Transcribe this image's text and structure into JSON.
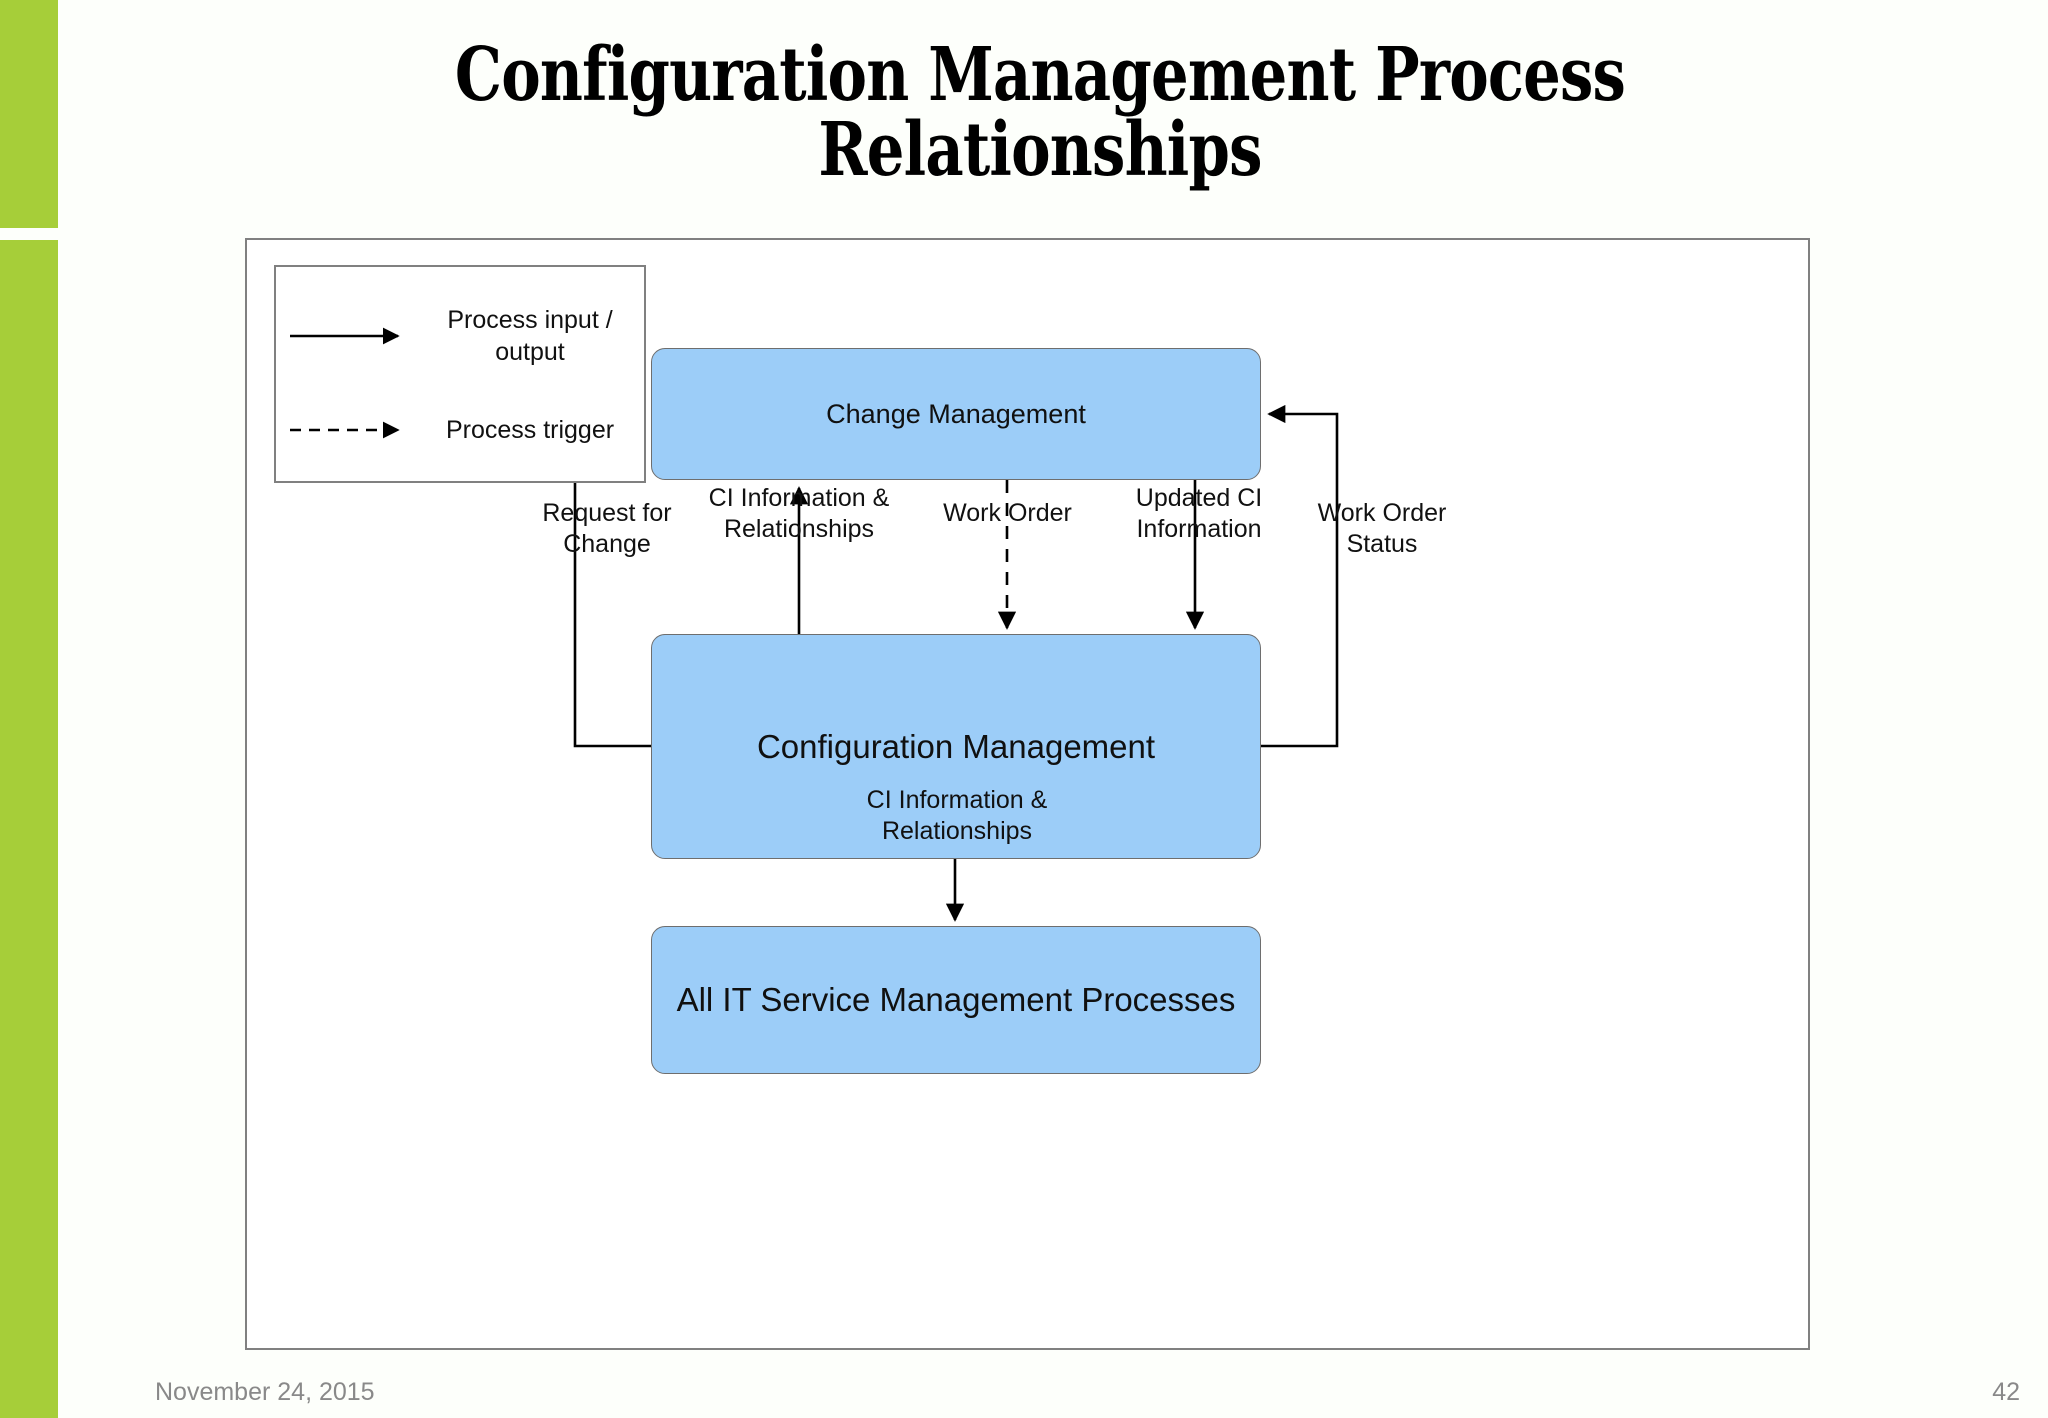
{
  "slide": {
    "title": "Configuration Management Process\nRelationships",
    "accent_green": "#a6ce39",
    "box_fill": "#9ccdf8",
    "footer": {
      "date": "November 24, 2015",
      "page_number": "42"
    }
  },
  "legend": {
    "items": [
      {
        "sample": "solid-arrow-icon",
        "label": "Process input /\noutput"
      },
      {
        "sample": "dashed-arrow-icon",
        "label": "Process trigger"
      }
    ]
  },
  "diagram": {
    "boxes": [
      {
        "id": "change-management",
        "label": "Change Management"
      },
      {
        "id": "configuration-management",
        "label": "Configuration Management"
      },
      {
        "id": "all-it-service-management-processes",
        "label": "All IT Service Management Processes"
      }
    ],
    "edges": [
      {
        "id": "request-for-change",
        "label": "Request for\nChange",
        "from": "configuration-management",
        "to": "change-management",
        "style": "solid"
      },
      {
        "id": "ci-information-and-relationships-up",
        "label": "CI Information &\nRelationships",
        "from": "configuration-management",
        "to": "change-management",
        "style": "solid"
      },
      {
        "id": "work-order",
        "label": "Work Order",
        "from": "change-management",
        "to": "configuration-management",
        "style": "dashed"
      },
      {
        "id": "updated-ci-information",
        "label": "Updated CI\nInformation",
        "from": "change-management",
        "to": "configuration-management",
        "style": "solid"
      },
      {
        "id": "work-order-status",
        "label": "Work Order\nStatus",
        "from": "configuration-management",
        "to": "change-management",
        "style": "solid"
      },
      {
        "id": "ci-information-and-relationships-down",
        "label": "CI Information &\nRelationships",
        "from": "configuration-management",
        "to": "all-it-service-management-processes",
        "style": "solid"
      }
    ]
  }
}
